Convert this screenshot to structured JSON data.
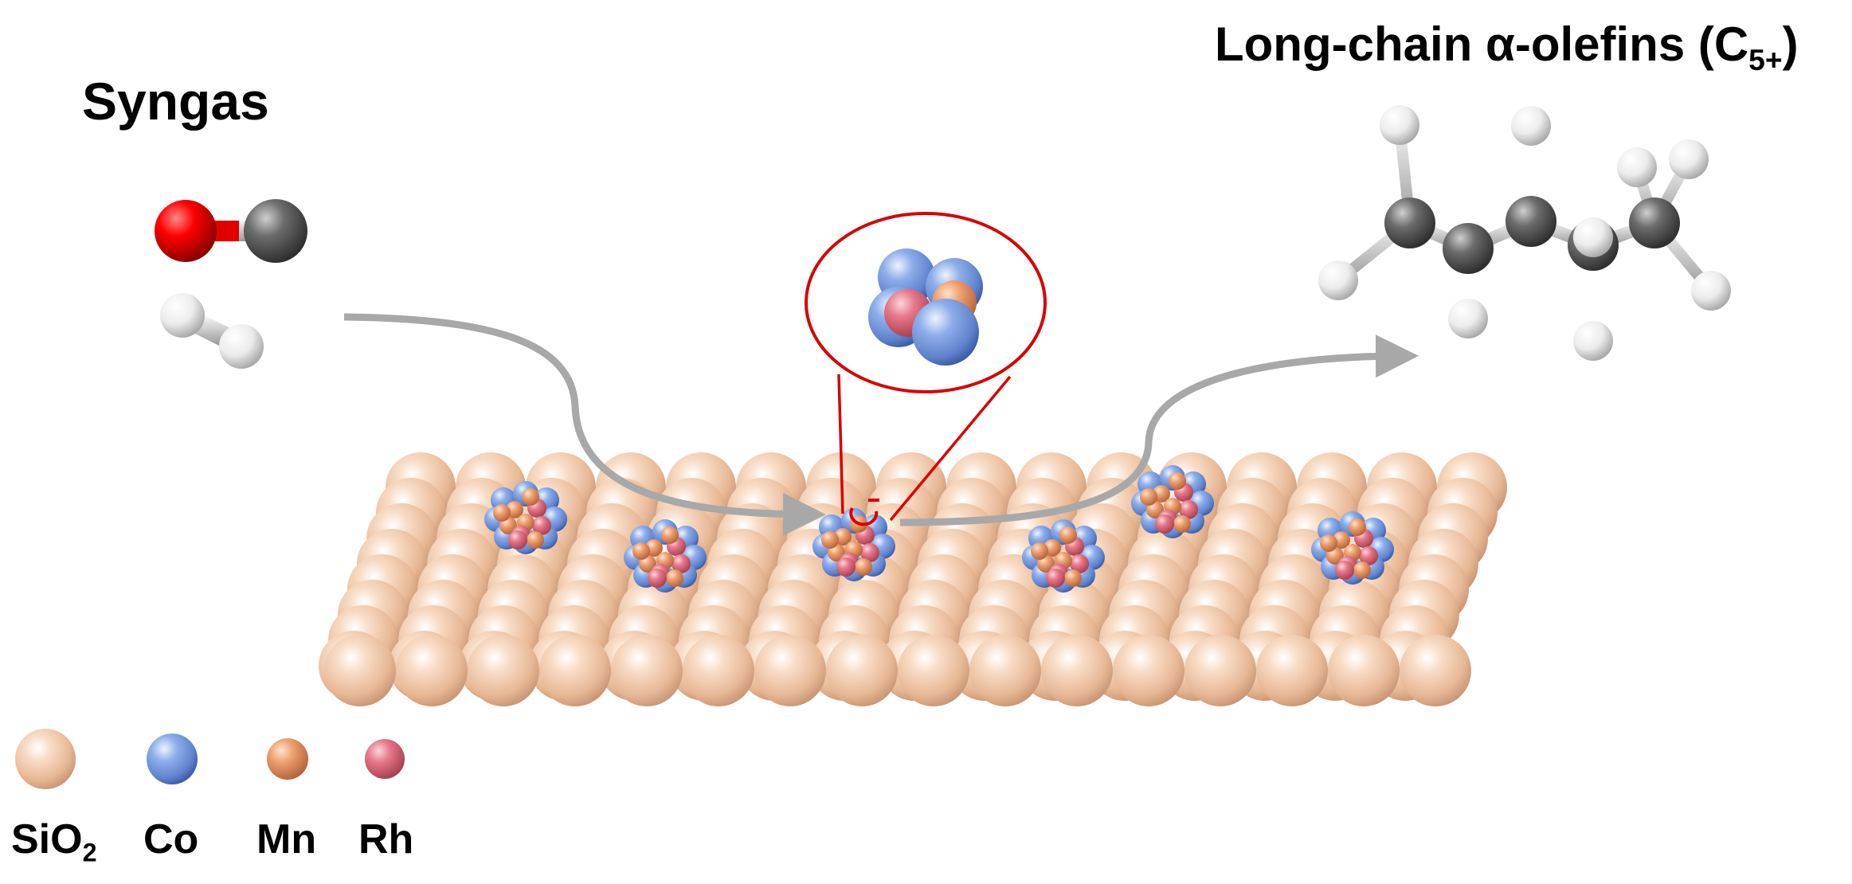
{
  "labels": {
    "reactant_title": "Syngas",
    "product_title_text": "Long-chain α-olefins (C",
    "product_title_sub": "5+",
    "product_title_close": ")"
  },
  "legend": [
    {
      "label": "SiO",
      "sub": "2",
      "color": "#f2c4a6"
    },
    {
      "label": "Co",
      "sub": "",
      "color": "#7b9ee0"
    },
    {
      "label": "Mn",
      "sub": "",
      "color": "#e8955e"
    },
    {
      "label": "Rh",
      "sub": "",
      "color": "#e06a78"
    }
  ],
  "colors": {
    "oxygen": "#e00000",
    "carbon": "#5a5a5a",
    "hydrogen": "#f2f2f2",
    "arrow": "#a8a8a8",
    "highlight": "#d90000"
  }
}
